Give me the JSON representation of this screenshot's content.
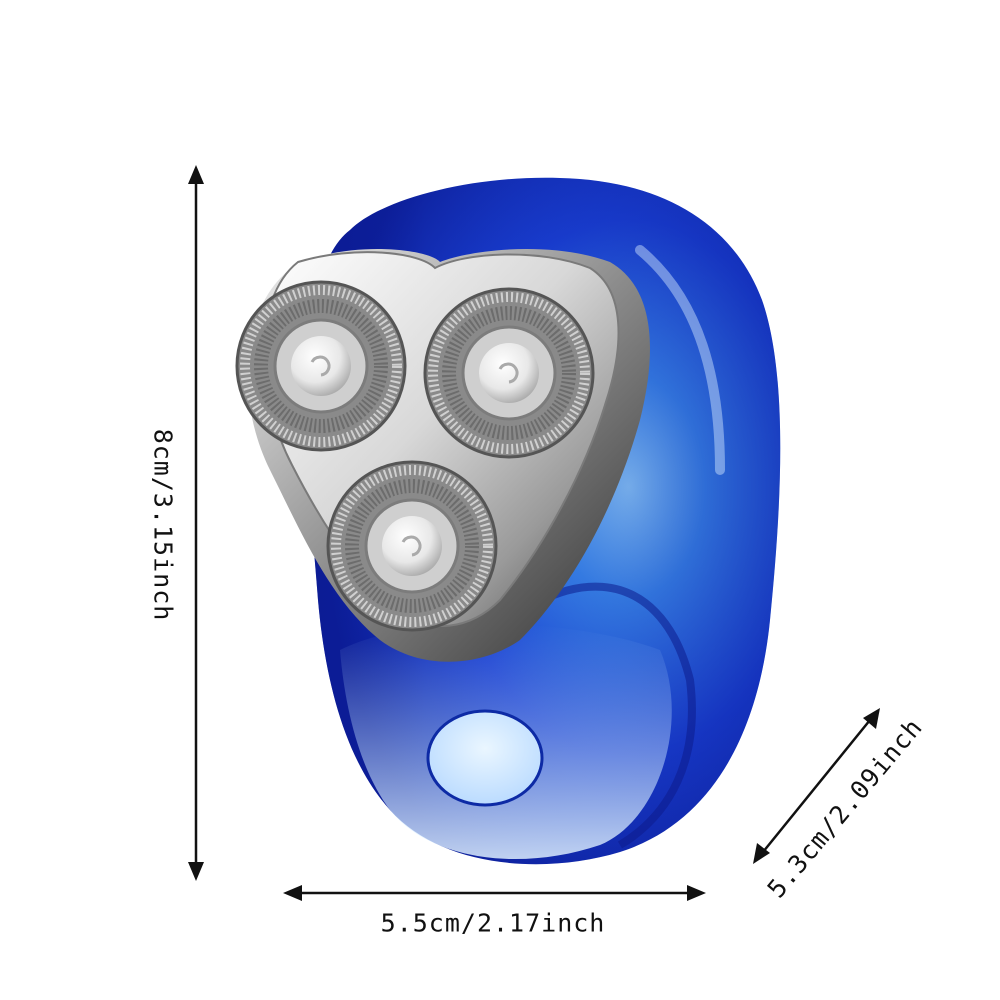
{
  "product": {
    "icon": "electric-shaver",
    "body_color": "#1a3fd0",
    "metal_color": "#c8c8c8"
  },
  "dimensions": {
    "height_label": "8cm/3.15inch",
    "width_label": "5.5cm/2.17inch",
    "depth_label": "5.3cm/2.09inch"
  }
}
